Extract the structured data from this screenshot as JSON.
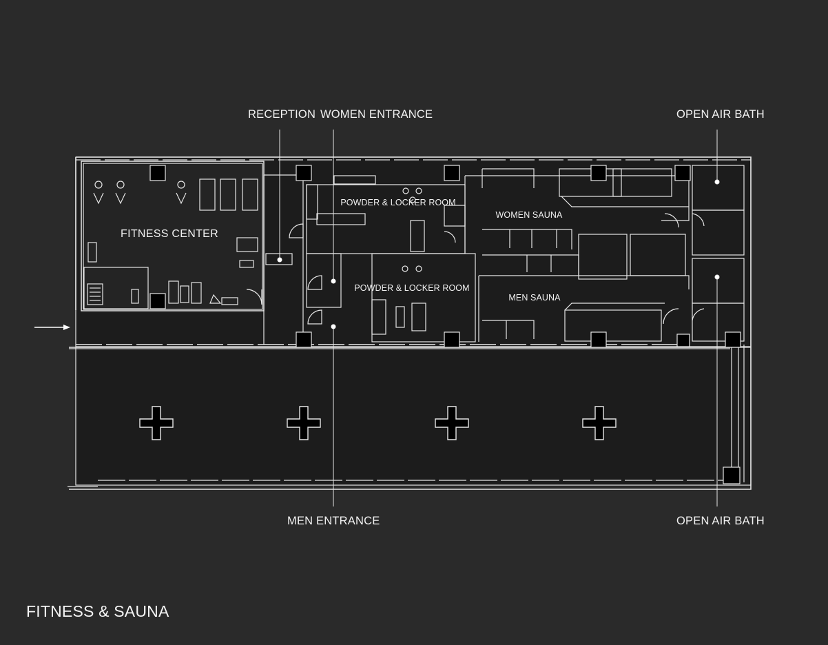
{
  "title": "FITNESS & SAUNA",
  "callouts": {
    "reception": "RECEPTION",
    "women_entrance": "WOMEN ENTRANCE",
    "open_air_bath_top": "OPEN AIR BATH",
    "men_entrance": "MEN ENTRANCE",
    "open_air_bath_bottom": "OPEN AIR BATH"
  },
  "rooms": {
    "fitness_center": "FITNESS CENTER",
    "women_locker": "POWDER & LOCKER ROOM",
    "men_locker": "POWDER & LOCKER ROOM",
    "women_sauna": "WOMEN SAUNA",
    "men_sauna": "MEN SAUNA"
  },
  "colors": {
    "background": "#2a2a2a",
    "floor": "#1c1c1c",
    "line": "#e6e6e6"
  }
}
